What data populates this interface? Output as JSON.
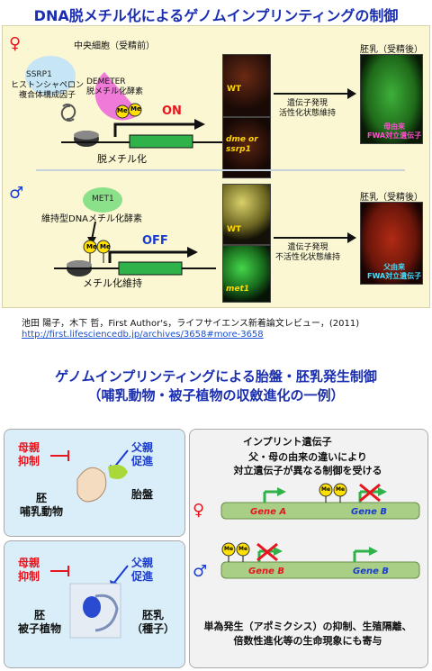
{
  "title_top": "DNA脱メチル化によるゲノムインプリンティングの制御",
  "female_symbol": "♀",
  "male_symbol": "♂",
  "female": {
    "central_cell": "中央細胞（受精前）",
    "ssrp1_lines": [
      "SSRP1",
      "ヒストンシャペロン",
      "複合体構成因子"
    ],
    "demeter_lines": [
      "DEMETER",
      "脱メチル化酵素"
    ],
    "me": "Me",
    "on": "ON",
    "demethylation": "脱メチル化",
    "micro_wt": "WT",
    "micro_mut": [
      "dme or",
      "ssrp1"
    ],
    "arrow_text": [
      "遺伝子発現",
      "活性化状態維持"
    ],
    "endosperm": "胚乳（受精後）",
    "endo_label": [
      "母由来",
      "FWA対立遺伝子"
    ]
  },
  "male": {
    "met1_lines": [
      "MET1",
      "維持型DNAメチル化酵素"
    ],
    "me": "Me",
    "off": "OFF",
    "methylation": "メチル化維持",
    "micro_wt": "WT",
    "micro_mut": "met1",
    "arrow_text": [
      "遺伝子発現",
      "不活性化状態維持"
    ],
    "endosperm": "胚乳（受精後）",
    "endo_label": [
      "父由来",
      "FWA対立遺伝子"
    ]
  },
  "citation": "池田 陽子，木下 哲，First Author's，ライフサイエンス新着論文レビュー，(2011)",
  "link": "http://first.lifesciencedb.jp/archives/3658#more-3658",
  "title_bottom": [
    "ゲノムインプリンティングによる胎盤・胚乳発生制御",
    "（哺乳動物・被子植物の収斂進化の一例）"
  ],
  "mammal": {
    "maternal": [
      "母親",
      "抑制"
    ],
    "paternal": [
      "父親",
      "促進"
    ],
    "embryo": [
      "胚",
      "哺乳動物"
    ],
    "placenta": "胎盤"
  },
  "plant": {
    "maternal": [
      "母親",
      "抑制"
    ],
    "paternal": [
      "父親",
      "促進"
    ],
    "embryo": [
      "胚",
      "被子植物"
    ],
    "endosperm": [
      "胚乳",
      "（種子）"
    ]
  },
  "imprint": {
    "heading": "インプリント遺伝子",
    "desc": [
      "父・母の由来の違いにより",
      "対立遺伝子が異なる制御を受ける"
    ],
    "gene_a": "Gene A",
    "gene_b": "Gene B",
    "me": "Me",
    "footer": [
      "単為発生（アポミクシス）の抑制、生殖隔離、",
      "倍数性進化等の生命現象にも寄与"
    ]
  },
  "colors": {
    "title": "#1a2eb0",
    "female": "#e8141e",
    "male": "#1a3ccf",
    "gene_green": "#2fb24a"
  }
}
